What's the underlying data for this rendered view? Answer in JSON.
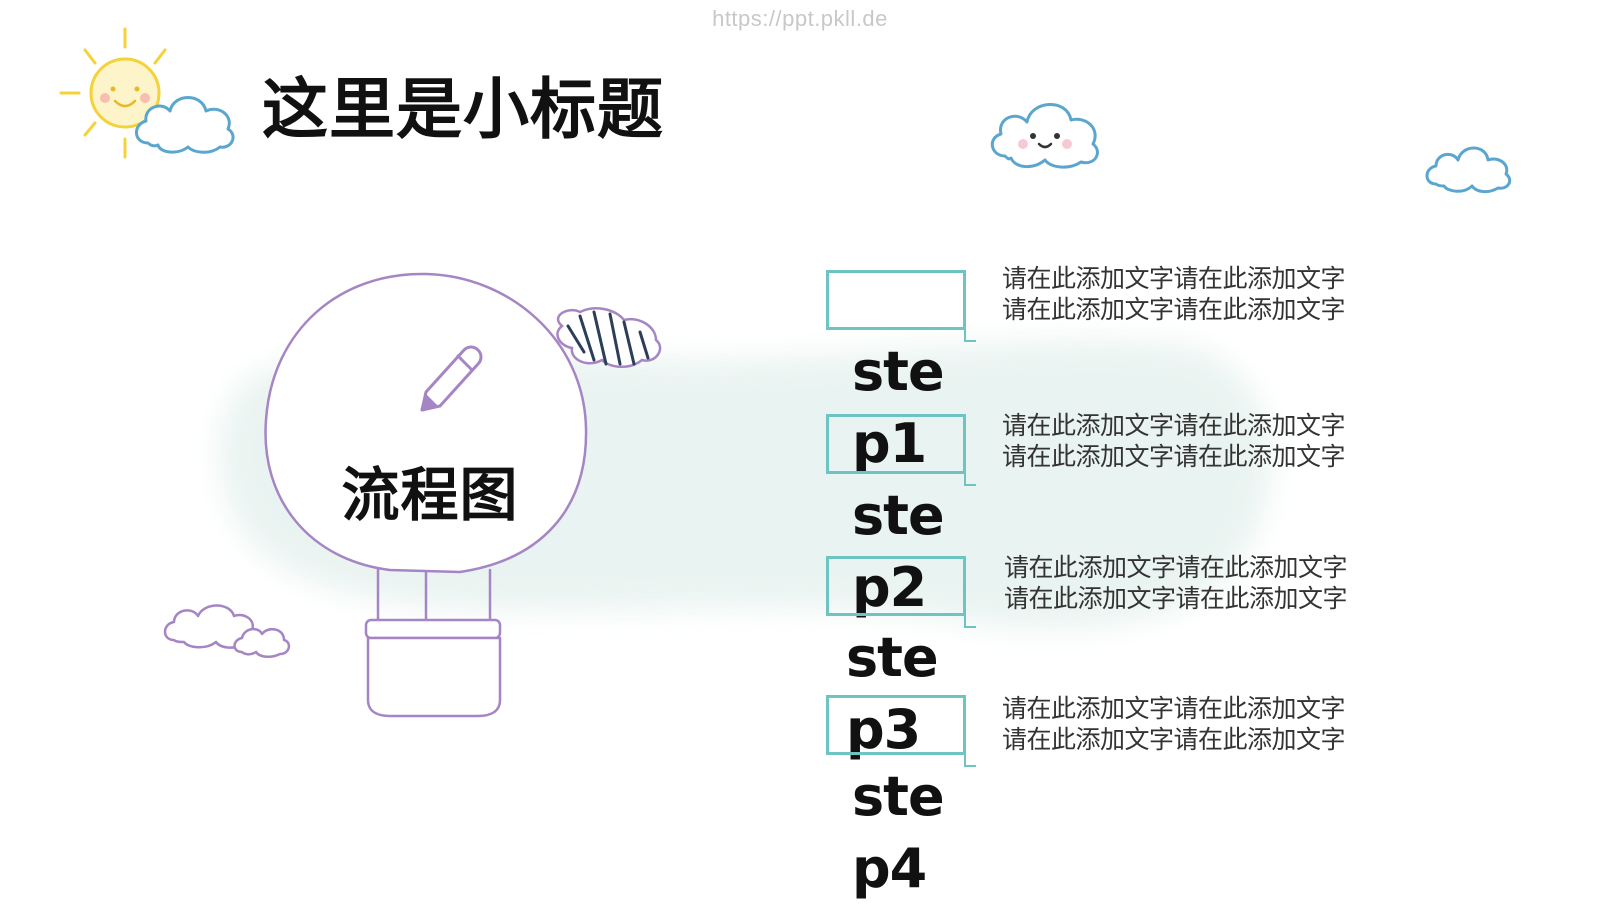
{
  "watermark": "https://ppt.pkll.de",
  "title": "这里是小标题",
  "balloon": {
    "label": "流程图"
  },
  "steps": [
    {
      "label": "step1",
      "text": "请在此添加文字请在此添加文字\n请在此添加文字请在此添加文字"
    },
    {
      "label": "step2",
      "text": "请在此添加文字请在此添加文字\n请在此添加文字请在此添加文字"
    },
    {
      "label": "step3",
      "text": "请在此添加文字请在此添加文字\n请在此添加文字请在此添加文字"
    },
    {
      "label": "step4",
      "text": "请在此添加文字请在此添加文字\n请在此添加文字请在此添加文字"
    }
  ],
  "colors": {
    "accent": "#6ec4c0",
    "balloon_outline": "#a585c3",
    "cloud_outline": "#5aa6cf",
    "sun": "#f3d23a",
    "wash": "#e4f1ee"
  },
  "icons": [
    "sun-icon",
    "cloud-icon",
    "pencil-icon",
    "hot-air-balloon-icon"
  ]
}
